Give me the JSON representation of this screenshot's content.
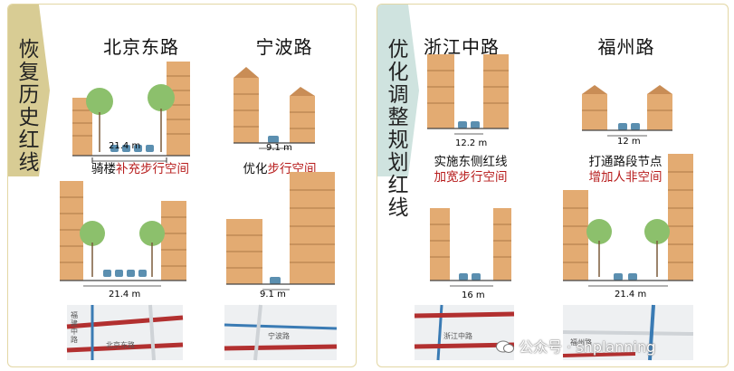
{
  "panels": [
    {
      "tag": "恢复历史红线",
      "tag_color": "#d8cc94"
    },
    {
      "tag": "优化调整规划红线",
      "tag_color": "#cfe3df"
    }
  ],
  "streets": [
    {
      "name": "北京东路",
      "widths": [
        "21.4 m",
        "21.4 m"
      ],
      "note": {
        "black": "骑楼",
        "red": "补充步行空间"
      }
    },
    {
      "name": "宁波路",
      "widths": [
        "9.1 m",
        "9.1 m"
      ],
      "note": {
        "black": "优化",
        "red": "步行空间"
      }
    },
    {
      "name": "浙江中路",
      "widths": [
        "12.2 m",
        "16 m"
      ],
      "note": {
        "black": "实施东侧红线",
        "red": "加宽步行空间"
      }
    },
    {
      "name": "福州路",
      "widths": [
        "12 m",
        "21.4 m"
      ],
      "note": {
        "black": "打通路段节点",
        "red": "增加人非空间"
      }
    }
  ],
  "map_labels": {
    "m1": [
      "福建中路",
      "北京东路"
    ],
    "m2": [
      "宁波路"
    ],
    "m3": [
      "浙江中路"
    ],
    "m4": [
      "福州路"
    ]
  },
  "watermark": "公众号 · shplanning",
  "colors": {
    "building": "#e3ab72",
    "road_red": "#b23030",
    "road_blue": "#3a7bb4",
    "tree": "#8cc06c",
    "car": "#5b8fb0"
  }
}
